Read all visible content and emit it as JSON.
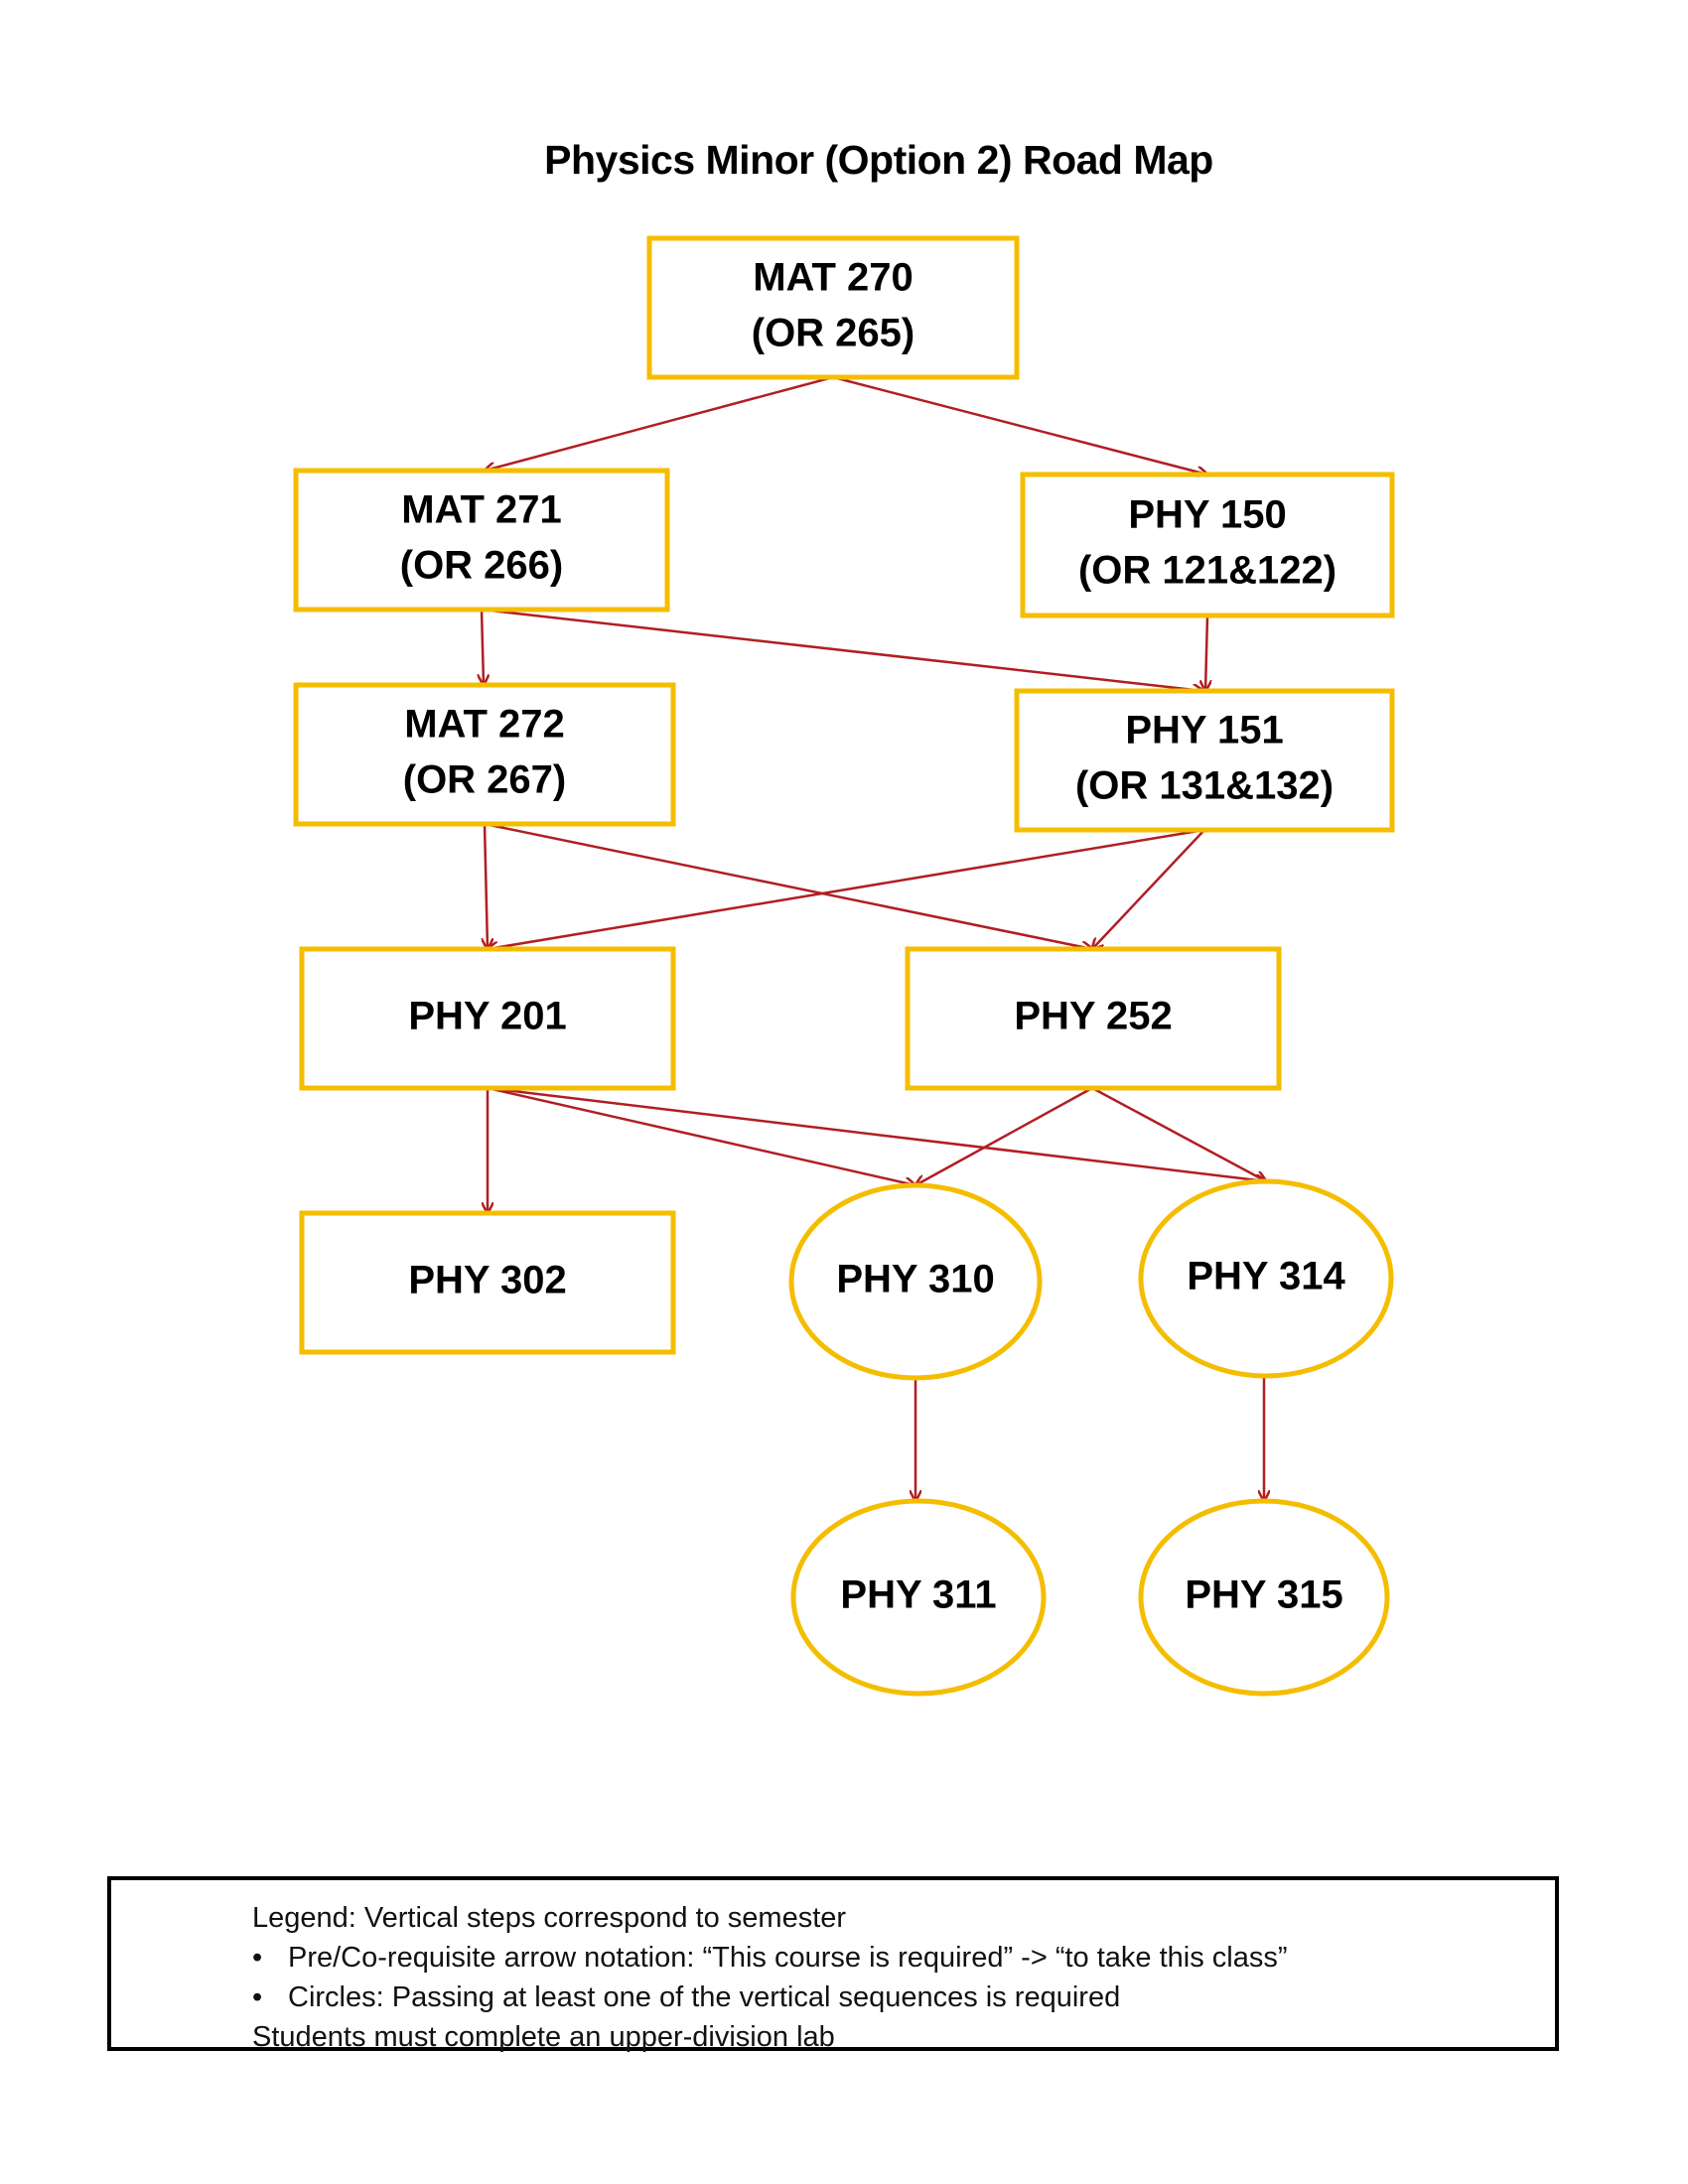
{
  "title": "Physics Minor (Option 2) Road Map",
  "colors": {
    "node_border": "#F5BD00",
    "arrow": "#B01E23",
    "legend_border": "#000000"
  },
  "nodes": [
    {
      "id": "mat270",
      "shape": "rect",
      "lines": [
        "MAT 270",
        "(OR 265)"
      ]
    },
    {
      "id": "mat271",
      "shape": "rect",
      "lines": [
        "MAT 271",
        "(OR 266)"
      ]
    },
    {
      "id": "phy150",
      "shape": "rect",
      "lines": [
        "PHY 150",
        "(OR 121&122)"
      ]
    },
    {
      "id": "mat272",
      "shape": "rect",
      "lines": [
        "MAT 272",
        "(OR 267)"
      ]
    },
    {
      "id": "phy151",
      "shape": "rect",
      "lines": [
        "PHY 151",
        "(OR 131&132)"
      ]
    },
    {
      "id": "phy201",
      "shape": "rect",
      "lines": [
        "PHY 201"
      ]
    },
    {
      "id": "phy252",
      "shape": "rect",
      "lines": [
        "PHY 252"
      ]
    },
    {
      "id": "phy302",
      "shape": "rect",
      "lines": [
        "PHY 302"
      ]
    },
    {
      "id": "phy310",
      "shape": "ellipse",
      "lines": [
        "PHY 310"
      ]
    },
    {
      "id": "phy314",
      "shape": "ellipse",
      "lines": [
        "PHY 314"
      ]
    },
    {
      "id": "phy311",
      "shape": "ellipse",
      "lines": [
        "PHY 311"
      ]
    },
    {
      "id": "phy315",
      "shape": "ellipse",
      "lines": [
        "PHY 315"
      ]
    }
  ],
  "edges": [
    {
      "from": "mat270",
      "to": "mat271"
    },
    {
      "from": "mat270",
      "to": "phy150"
    },
    {
      "from": "mat271",
      "to": "mat272"
    },
    {
      "from": "mat271",
      "to": "phy151"
    },
    {
      "from": "phy150",
      "to": "phy151"
    },
    {
      "from": "mat272",
      "to": "phy201"
    },
    {
      "from": "mat272",
      "to": "phy252"
    },
    {
      "from": "phy151",
      "to": "phy201"
    },
    {
      "from": "phy151",
      "to": "phy252"
    },
    {
      "from": "phy201",
      "to": "phy302"
    },
    {
      "from": "phy201",
      "to": "phy310"
    },
    {
      "from": "phy201",
      "to": "phy314"
    },
    {
      "from": "phy252",
      "to": "phy310"
    },
    {
      "from": "phy252",
      "to": "phy314"
    },
    {
      "from": "phy310",
      "to": "phy311"
    },
    {
      "from": "phy314",
      "to": "phy315"
    }
  ],
  "legend": {
    "heading": "Legend: Vertical steps correspond to semester",
    "bullets": [
      "Pre/Co-requisite arrow notation: “This course is required” -> “to take this class”",
      "Circles: Passing at least one of the vertical sequences is required"
    ],
    "footer": "Students must complete an upper-division lab"
  }
}
